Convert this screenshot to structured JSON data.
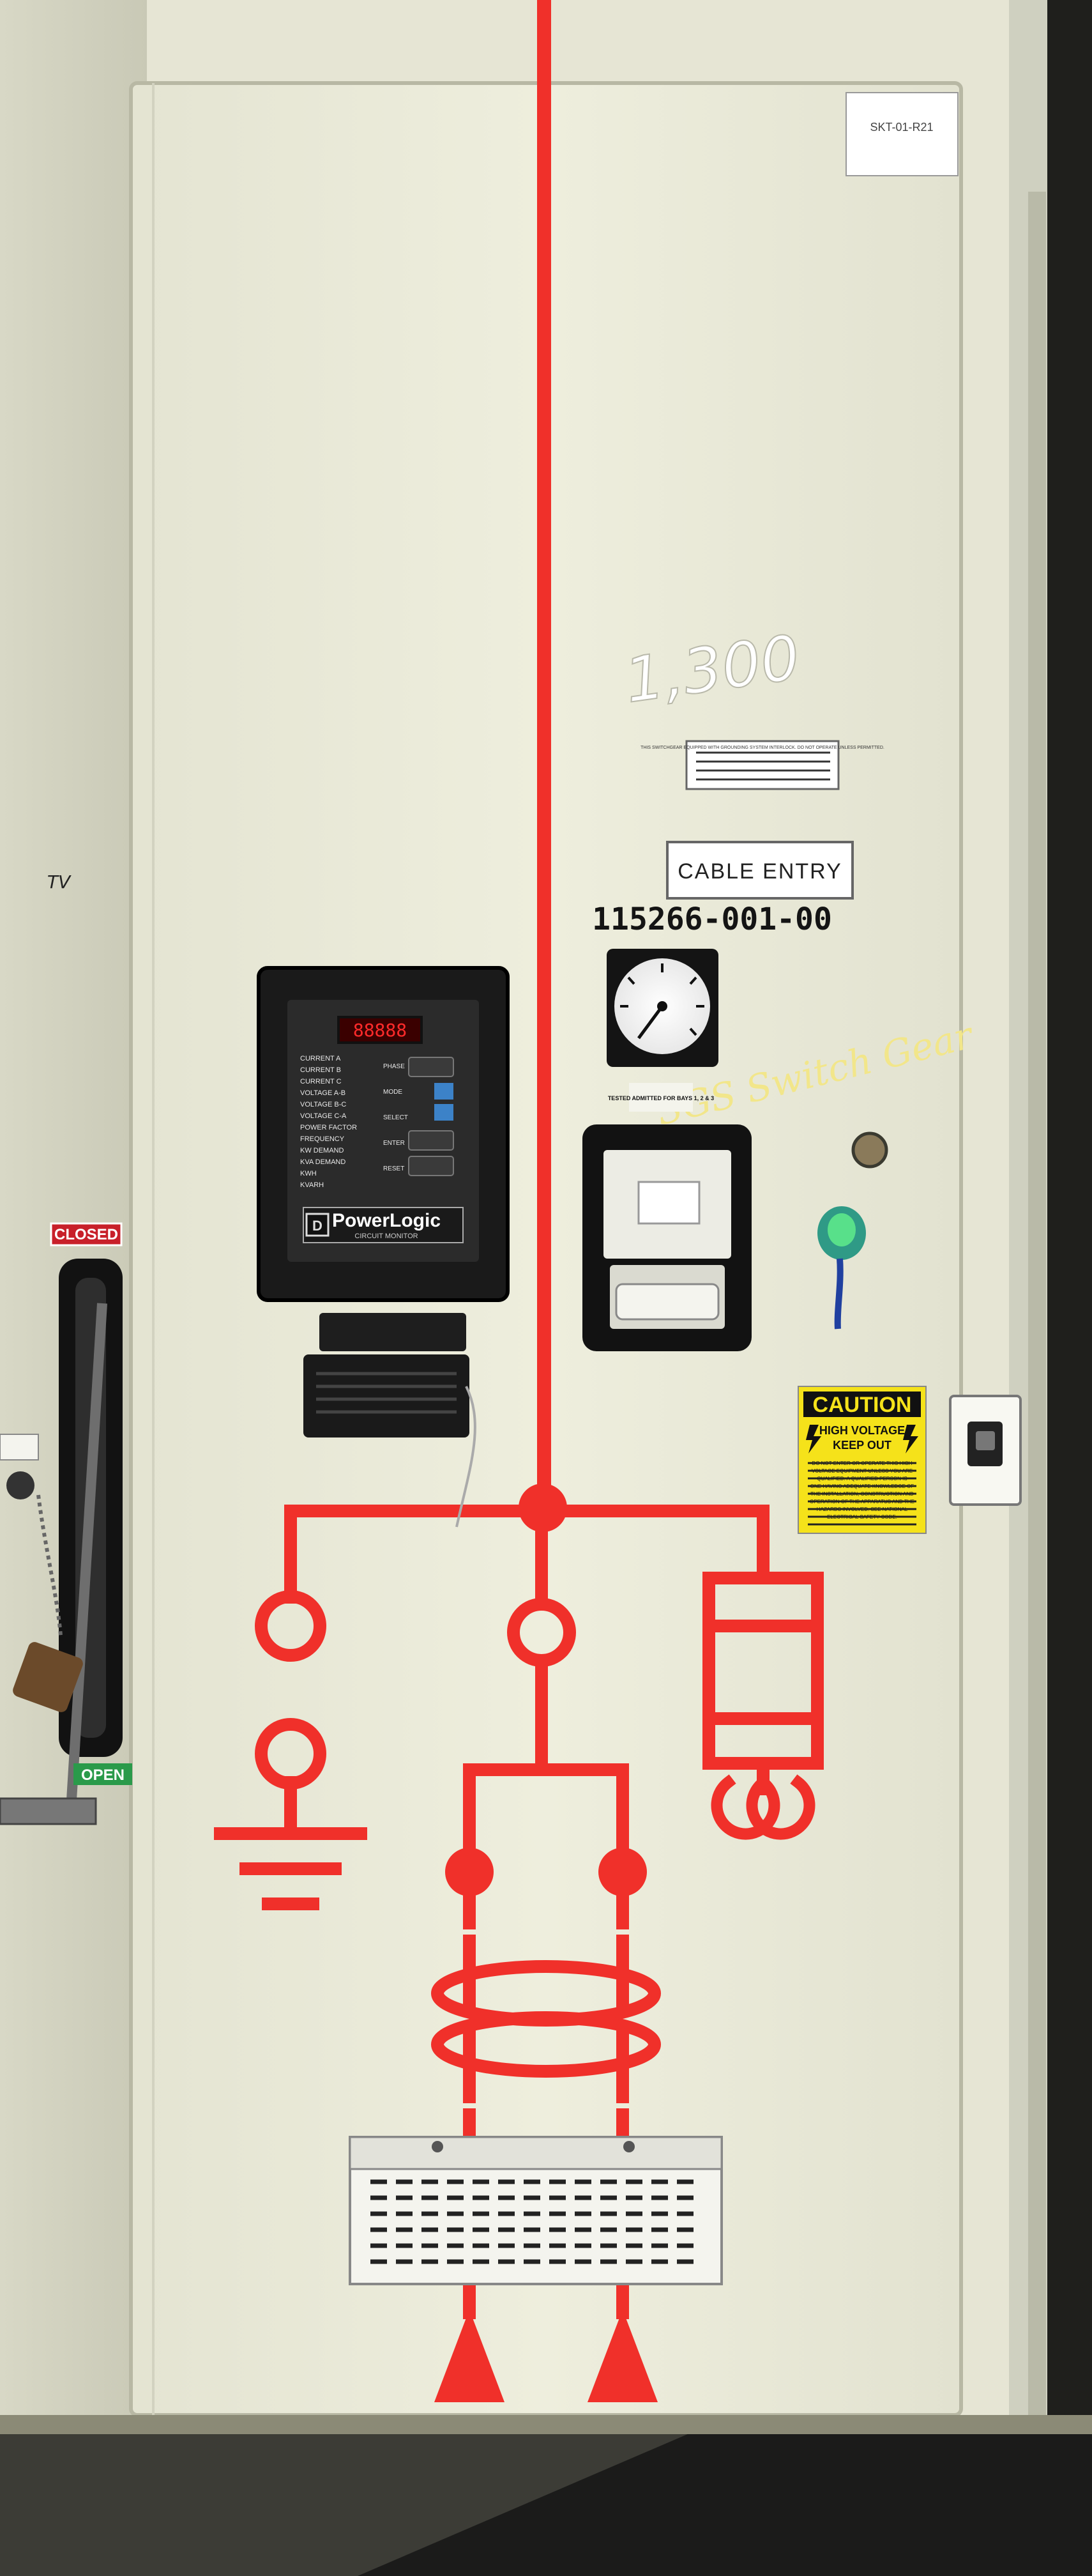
{
  "handwriting": {
    "number_1300": "1,300",
    "serial": "115266-001-00",
    "tv_mark": "TV",
    "yellow_scrawl": "SGS Switch Gear"
  },
  "labels": {
    "cable_entry": "CABLE ENTRY",
    "closed": "CLOSED",
    "open": "OPEN",
    "top_corner_tag": "SKT-01-R21",
    "warning_plate": "THIS SWITCHGEAR EQUIPPED WITH GROUNDING SYSTEM INTERLOCK. DO NOT OPERATE UNLESS PERMITTED.",
    "meter_caption": "TESTED ADMITTED FOR BAYS 1, 2 & 3"
  },
  "powerlogic": {
    "brand": "PowerLogic",
    "sub": "CIRCUIT MONITOR",
    "display_value": "88888",
    "left_rows": [
      "CURRENT A",
      "CURRENT B",
      "CURRENT C",
      "VOLTAGE A-B",
      "VOLTAGE B-C",
      "VOLTAGE C-A",
      "POWER FACTOR",
      "FREQUENCY",
      "KW DEMAND",
      "KVA DEMAND",
      "KWH",
      "KVARH"
    ],
    "right_rows": [
      "PHASE",
      "MODE",
      "SELECT",
      "ENTER",
      "RESET"
    ]
  },
  "caution": {
    "header": "CAUTION",
    "line1": "HIGH VOLTAGE",
    "line2": "KEEP OUT",
    "body": "DO NOT ENTER OR OPERATE THIS HIGH VOLTAGE EQUIPMENT UNLESS YOU ARE QUALIFIED. A QUALIFIED PERSON IS ONE HAVING ADEQUATE KNOWLEDGE OF THE INSTALLATION, CONSTRUCTION AND OPERATION OF THE APPARATUS AND THE HAZARDS INVOLVED. SEE NATIONAL ELECTRICAL SAFETY CODE."
  },
  "colors": {
    "mimic_red": "#f0302a",
    "cabinet": "#ecebd9",
    "caution_yellow": "#f5e21a"
  }
}
